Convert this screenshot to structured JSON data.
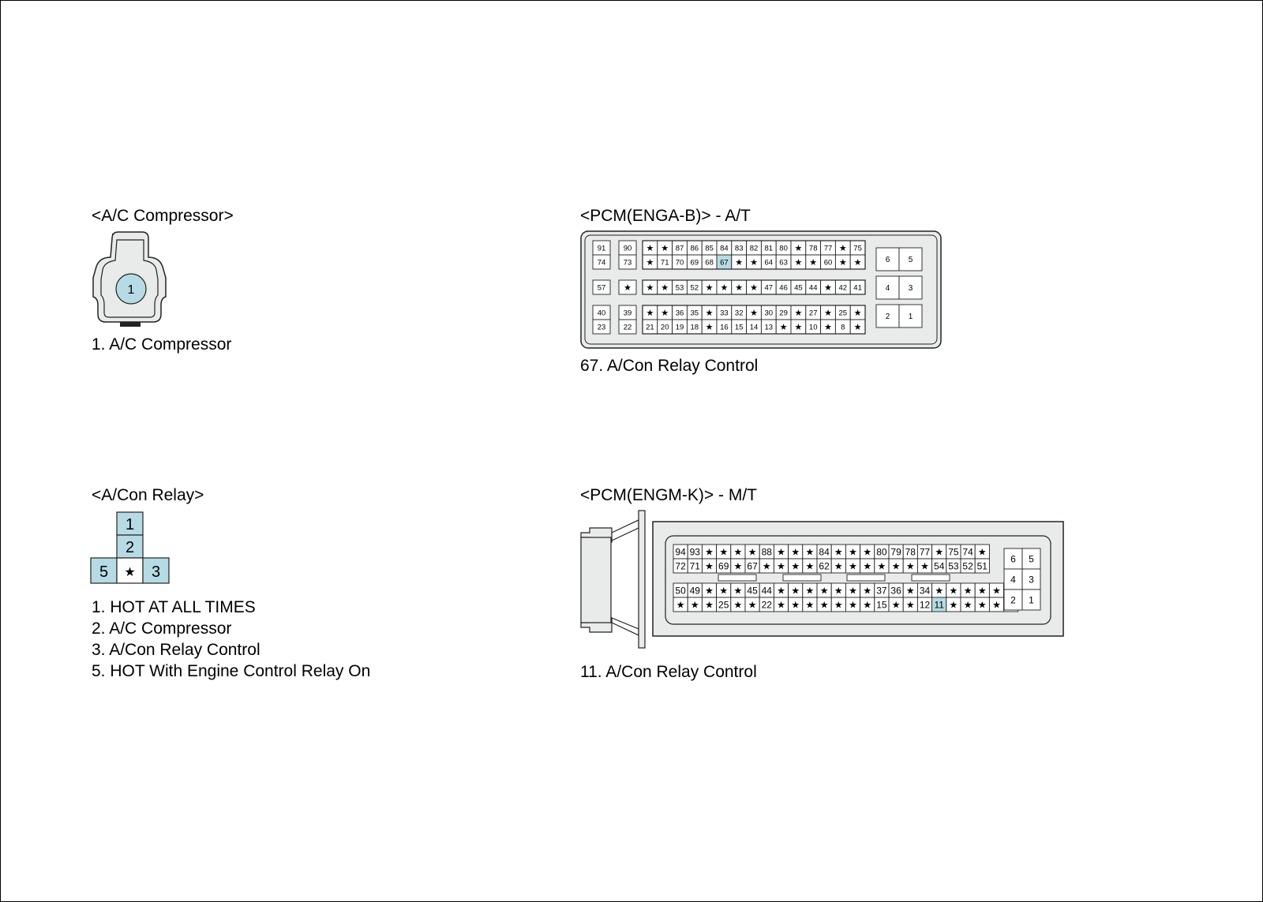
{
  "colors": {
    "highlight": "#b7dbe4",
    "body": "#e8ebea",
    "stroke": "#222222",
    "pin_bg": "#ffffff"
  },
  "compressor": {
    "title": "<A/C Compressor>",
    "pin": "1",
    "legend": [
      "1. A/C Compressor"
    ]
  },
  "relay": {
    "title": "<A/Con Relay>",
    "pins": {
      "top": "1",
      "mid": "2",
      "left": "5",
      "center": "★",
      "right": "3"
    },
    "legend": [
      "1. HOT AT ALL TIMES",
      "2. A/C Compressor",
      "3. A/Con Relay Control",
      "5. HOT With Engine Control Relay On"
    ]
  },
  "pcm_at": {
    "title": "<PCM(ENGA-B)> - A/T",
    "highlight": "67",
    "legend": [
      "67. A/Con Relay Control"
    ],
    "groups": [
      {
        "rows": [
          [
            "91",
            "90",
            "★",
            "★",
            "87",
            "86",
            "85",
            "84",
            "83",
            "82",
            "81",
            "80",
            "★",
            "78",
            "77",
            "★",
            "75"
          ],
          [
            "74",
            "73",
            "★",
            "71",
            "70",
            "69",
            "68",
            "67",
            "★",
            "★",
            "64",
            "63",
            "★",
            "★",
            "60",
            "★",
            "★"
          ]
        ]
      },
      {
        "rows": [
          [
            "57",
            "★",
            "★",
            "★",
            "53",
            "52",
            "★",
            "★",
            "★",
            "★",
            "47",
            "46",
            "45",
            "44",
            "★",
            "42",
            "41"
          ]
        ]
      },
      {
        "rows": [
          [
            "40",
            "39",
            "★",
            "★",
            "36",
            "35",
            "★",
            "33",
            "32",
            "★",
            "30",
            "29",
            "★",
            "27",
            "★",
            "25",
            "★"
          ],
          [
            "23",
            "22",
            "21",
            "20",
            "19",
            "18",
            "★",
            "16",
            "15",
            "14",
            "13",
            "★",
            "★",
            "10",
            "★",
            "8",
            "★"
          ]
        ]
      }
    ],
    "right_block": [
      [
        "6",
        "5"
      ],
      [
        "4",
        "3"
      ],
      [
        "2",
        "1"
      ]
    ]
  },
  "pcm_mt": {
    "title": "<PCM(ENGM-K)> - M/T",
    "highlight": "11",
    "legend": [
      "11. A/Con Relay Control"
    ],
    "rows": [
      [
        "94",
        "93",
        "★",
        "★",
        "★",
        "★",
        "88",
        "★",
        "★",
        "★",
        "84",
        "★",
        "★",
        "★",
        "80",
        "79",
        "78",
        "77",
        "★",
        "75",
        "74",
        "★"
      ],
      [
        "72",
        "71",
        "★",
        "69",
        "★",
        "67",
        "★",
        "★",
        "★",
        "★",
        "62",
        "★",
        "★",
        "★",
        "★",
        "★",
        "★",
        "★",
        "54",
        "53",
        "52",
        "51"
      ],
      [
        "50",
        "49",
        "★",
        "★",
        "★",
        "45",
        "44",
        "★",
        "★",
        "★",
        "★",
        "★",
        "★",
        "★",
        "37",
        "36",
        "★",
        "34",
        "★",
        "★",
        "★",
        "★",
        "★",
        "★"
      ],
      [
        "★",
        "★",
        "★",
        "25",
        "★",
        "★",
        "22",
        "★",
        "★",
        "★",
        "★",
        "★",
        "★",
        "★",
        "15",
        "★",
        "★",
        "12",
        "11",
        "★",
        "★",
        "★",
        "★",
        "★"
      ]
    ],
    "right_block": [
      [
        "6",
        "5"
      ],
      [
        "4",
        "3"
      ],
      [
        "2",
        "1"
      ]
    ]
  }
}
